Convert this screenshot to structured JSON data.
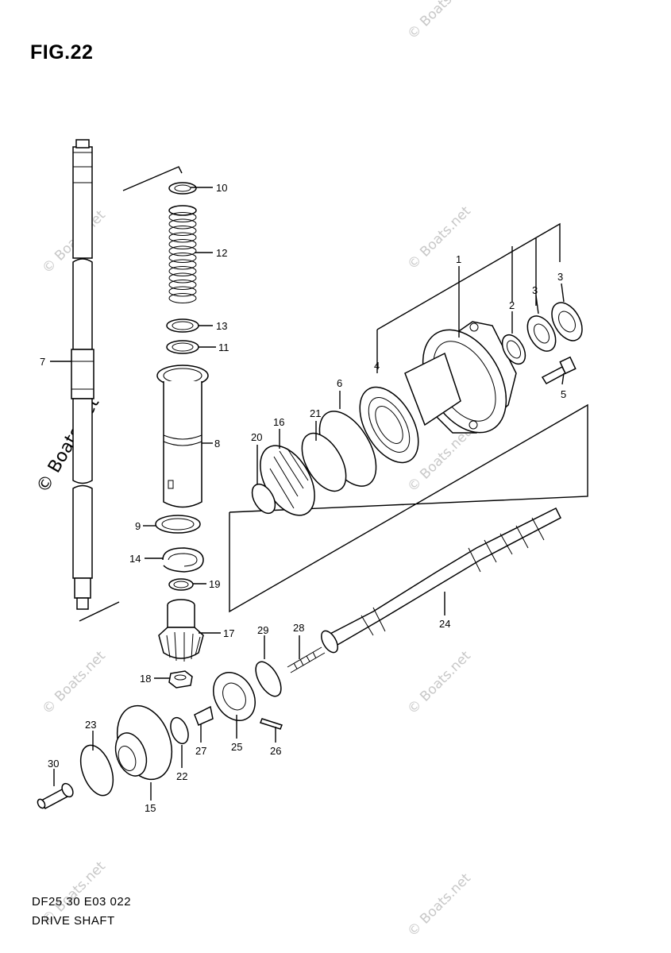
{
  "figure": {
    "title": "FIG.22"
  },
  "footer": {
    "code": "DF25 30 E03  022",
    "name": "DRIVE SHAFT"
  },
  "watermarks": {
    "small": "© Boats.net",
    "large": "© Boats.net"
  },
  "parts": {
    "p1": "1",
    "p2": "2",
    "p3a": "3",
    "p3b": "3",
    "p4": "4",
    "p5": "5",
    "p6": "6",
    "p7": "7",
    "p8": "8",
    "p9": "9",
    "p10": "10",
    "p11": "11",
    "p12": "12",
    "p13": "13",
    "p14": "14",
    "p15": "15",
    "p16": "16",
    "p17": "17",
    "p18": "18",
    "p19": "19",
    "p20": "20",
    "p21": "21",
    "p22": "22",
    "p23": "23",
    "p24": "24",
    "p25": "25",
    "p26": "26",
    "p27": "27",
    "p28": "28",
    "p29": "29",
    "p30": "30"
  }
}
